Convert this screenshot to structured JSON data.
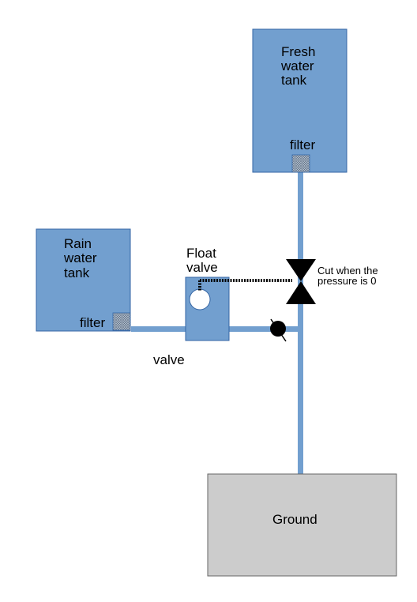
{
  "labels": {
    "fresh_tank": [
      "Fresh",
      "water",
      "tank"
    ],
    "rain_tank": [
      "Rain",
      "water",
      "tank"
    ],
    "filter_fresh": "filter",
    "filter_rain": "filter",
    "float_valve": [
      "Float",
      "valve"
    ],
    "cut_note": [
      "Cut when the",
      "pressure is 0"
    ],
    "valve": "valve",
    "ground": "Ground"
  },
  "colors": {
    "tank_fill": "#729fcf",
    "tank_stroke": "#3465a4",
    "pipe": "#729fcf",
    "filter_fill": "#8a9bb0",
    "ground_fill": "#cccccc",
    "ground_stroke": "#666666",
    "valve_fill": "#000000"
  },
  "icons": {
    "filter": "mesh-filter-icon",
    "float": "float-ball-icon",
    "gate_valve": "pressure-cut-valve-icon",
    "check_valve": "check-valve-icon"
  }
}
